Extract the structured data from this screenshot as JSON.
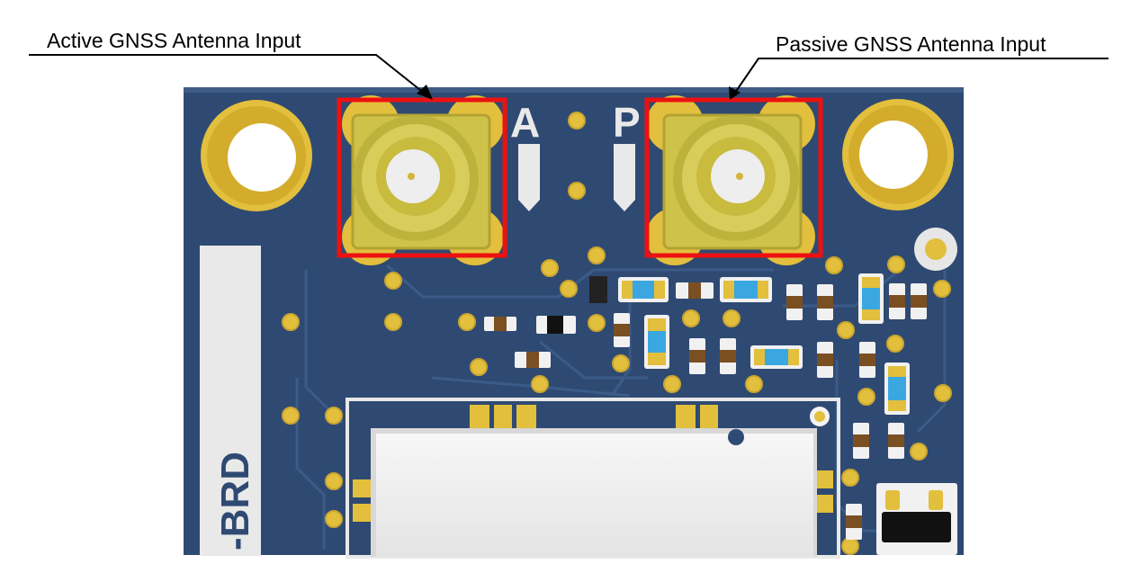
{
  "callouts": {
    "active": "Active GNSS Antenna Input",
    "passive": "Passive GNSS Antenna Input"
  },
  "board": {
    "silk_a": "A",
    "silk_p": "P",
    "side_label": "-BRD"
  },
  "colors": {
    "pcb": "#2f4a72",
    "trace": "#3b5b88",
    "gold": "#e2bf3c",
    "highlight": "#ee1111",
    "silkscreen": "#e9e9e9",
    "shield": "#f4f4f4",
    "capacitor": "#3aa7e0",
    "resistor": "#7a4f22"
  },
  "icons": [
    "sma-connector-icon",
    "mounting-hole-icon",
    "via-icon",
    "smd-component-icon"
  ]
}
